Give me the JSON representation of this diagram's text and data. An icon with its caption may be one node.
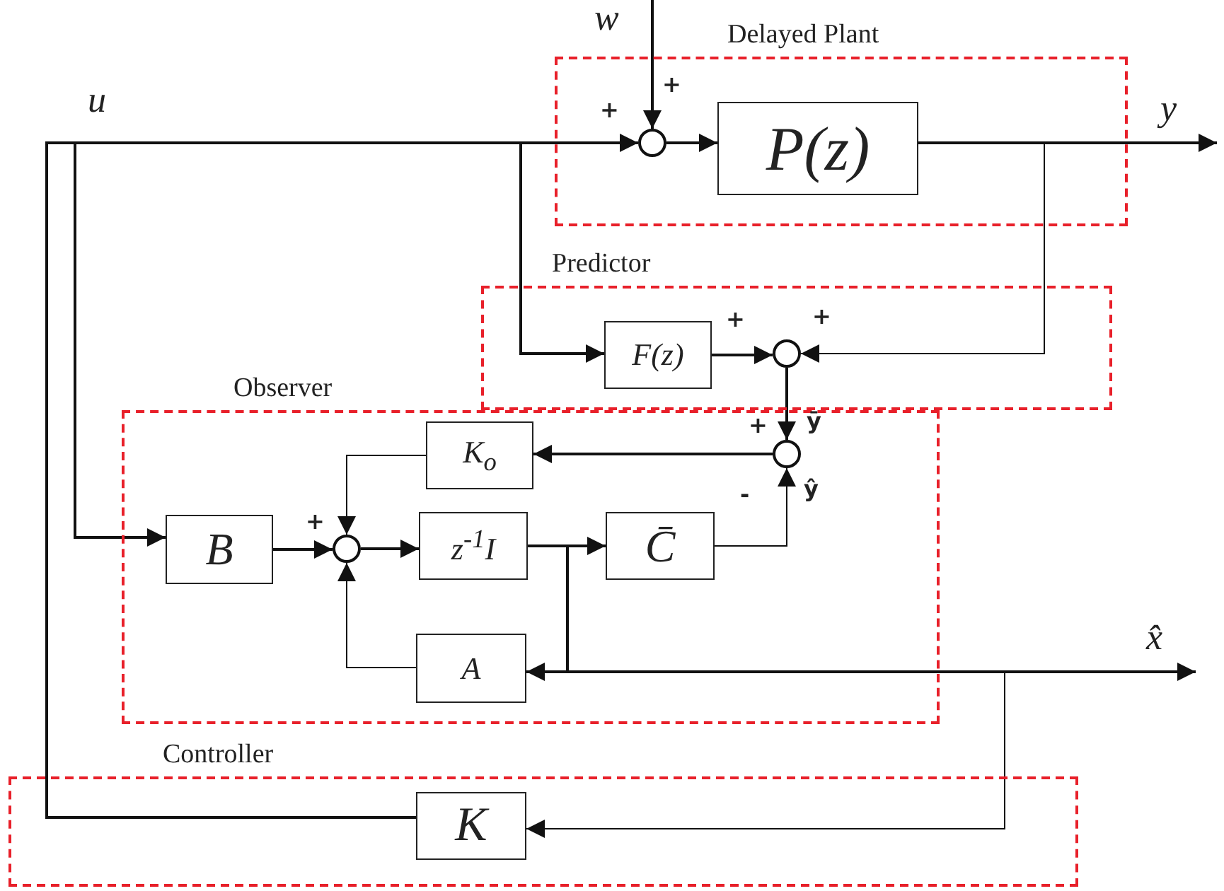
{
  "diagram": {
    "nodes": [
      {
        "text": [
          "Delayed Plant"
        ]
      },
      {
        "text": [],
        "shape": "circle",
        "in": 0
      },
      {
        "text": [
          "P(z)"
        ],
        "in": 0
      },
      {
        "text": [
          "Predictor"
        ]
      },
      {
        "text": [
          "F(z)"
        ],
        "in": 3
      },
      {
        "text": [],
        "shape": "circle",
        "in": 3
      },
      {
        "text": [
          "Observer"
        ]
      },
      {
        "text": [],
        "shape": "circle",
        "in": 6
      },
      {
        "text": [
          "K$_{o}$"
        ],
        "in": 6
      },
      {
        "text": [
          "B"
        ],
        "in": 6
      },
      {
        "text": [],
        "shape": "circle",
        "in": 6
      },
      {
        "text": [
          "z$^{-1}$I"
        ],
        "in": 6
      },
      {
        "text": [
          "C̄"
        ],
        "in": 6
      },
      {
        "text": [
          "A"
        ],
        "in": 6
      },
      {
        "text": [
          "Controller"
        ]
      },
      {
        "text": [
          "K"
        ],
        "in": 14
      }
    ],
    "edges": [
      {
        "from": 15,
        "to": 1,
        "arrow": "to"
      },
      {
        "from": 15,
        "to": 9,
        "arrow": "to"
      },
      {
        "from": 15,
        "to": 4,
        "arrow": "to"
      },
      {
        "from": null,
        "to": 1,
        "arrow": "to"
      },
      {
        "from": 1,
        "to": 2,
        "arrow": "to"
      },
      {
        "from": 2,
        "to": null,
        "arrow": "to"
      },
      {
        "from": 2,
        "to": 5,
        "arrow": "to"
      },
      {
        "from": 4,
        "to": 5,
        "arrow": "to"
      },
      {
        "from": 5,
        "to": 7,
        "arrow": "to"
      },
      {
        "from": 7,
        "to": 8,
        "arrow": "to"
      },
      {
        "from": 8,
        "to": 10,
        "arrow": "to"
      },
      {
        "from": 9,
        "to": 10,
        "arrow": "to"
      },
      {
        "from": 10,
        "to": 11,
        "arrow": "to"
      },
      {
        "from": 11,
        "to": 12,
        "arrow": "to"
      },
      {
        "from": 12,
        "to": 7,
        "arrow": "to"
      },
      {
        "from": 11,
        "to": 13,
        "arrow": "to"
      },
      {
        "from": 11,
        "to": null,
        "arrow": "to"
      },
      {
        "from": 11,
        "to": 15,
        "arrow": "to"
      },
      {
        "from": 13,
        "to": 10,
        "arrow": "to"
      }
    ],
    "labels": [
      "w",
      "u",
      "+",
      "+",
      "y",
      "+",
      "+",
      "+",
      "ȳ",
      "ŷ",
      "-",
      "+",
      "x̂"
    ]
  }
}
